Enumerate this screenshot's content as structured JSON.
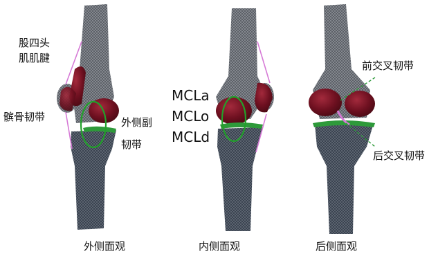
{
  "labels": {
    "quad_tendon_line1": "股四头",
    "quad_tendon_line2": "肌肌腱",
    "patellar_ligament": "髌骨韧带",
    "lcl_line1": "外侧副",
    "lcl_line2": "韧带",
    "mcla": "MCLa",
    "mclo": "MCLo",
    "mcld": "MCLd",
    "acl": "前交叉韧带",
    "pcl": "后交叉韧带"
  },
  "captions": {
    "lateral": "外侧面观",
    "medial": "内侧面观",
    "posterior": "后侧面观"
  },
  "colors": {
    "bone": "#4a4f55",
    "bone_mesh": "#c9ccd0",
    "tibia": "#3d4652",
    "cartilage": "#6e1020",
    "cartilage_highlight": "#a32a3c",
    "ligament_pink": "#d67ad6",
    "meniscus_green": "#2e9a3a",
    "highlight_ellipse": "#22a02a",
    "acl_line": "#2e9a3a"
  }
}
